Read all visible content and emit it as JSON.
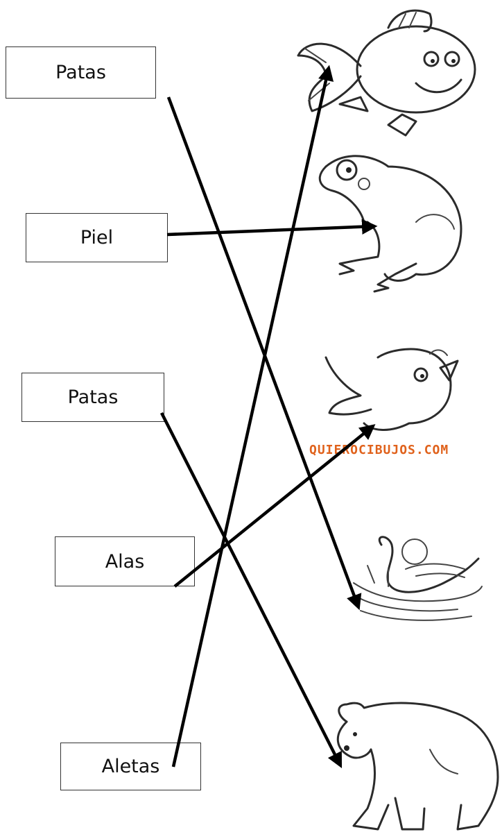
{
  "labels": [
    {
      "text": "Patas"
    },
    {
      "text": "Piel"
    },
    {
      "text": "Patas"
    },
    {
      "text": "Alas"
    },
    {
      "text": "Aletas"
    }
  ],
  "animals": [
    {
      "icon": "fish-icon"
    },
    {
      "icon": "frog-icon"
    },
    {
      "icon": "bird-icon"
    },
    {
      "icon": "swan-icon"
    },
    {
      "icon": "bear-icon"
    }
  ],
  "watermark": "QUIEROCIBUJOS.COM",
  "colors": {
    "line": "#000000",
    "watermark": "#e0621c",
    "box_border": "#333333"
  }
}
